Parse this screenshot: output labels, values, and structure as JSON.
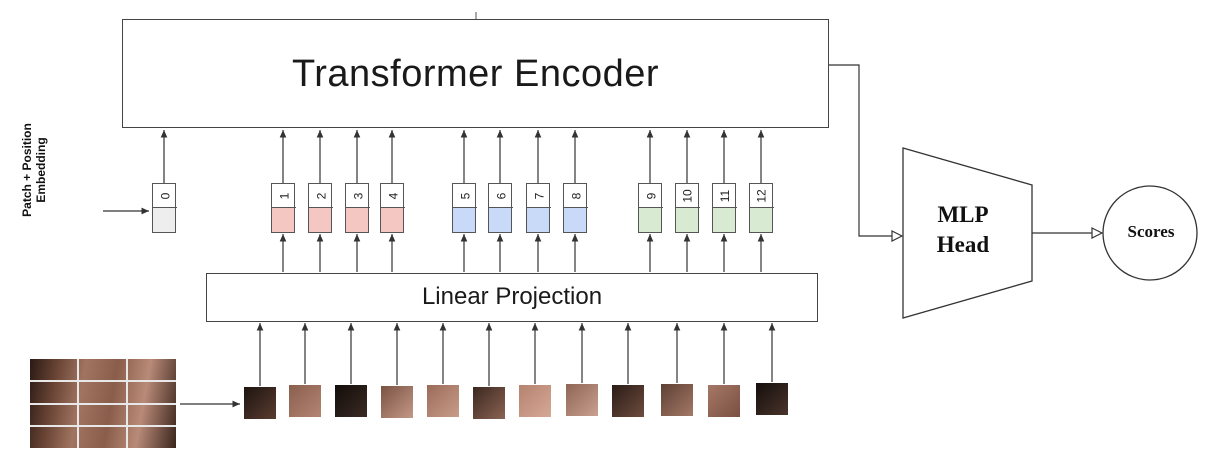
{
  "encoder": {
    "title": "Transformer Encoder"
  },
  "projection": {
    "title": "Linear Projection"
  },
  "embedding_label": {
    "line1": "Patch + Position",
    "line2": "Embedding"
  },
  "tokens": [
    {
      "label": "0",
      "group": "gray"
    },
    {
      "label": "1",
      "group": "red"
    },
    {
      "label": "2",
      "group": "red"
    },
    {
      "label": "3",
      "group": "red"
    },
    {
      "label": "4",
      "group": "red"
    },
    {
      "label": "5",
      "group": "blue"
    },
    {
      "label": "6",
      "group": "blue"
    },
    {
      "label": "7",
      "group": "blue"
    },
    {
      "label": "8",
      "group": "blue"
    },
    {
      "label": "9",
      "group": "green"
    },
    {
      "label": "10",
      "group": "green"
    },
    {
      "label": "11",
      "group": "green"
    },
    {
      "label": "12",
      "group": "green"
    }
  ],
  "patch_count": 12,
  "mlp_head": {
    "line1": "MLP",
    "line2": "Head"
  },
  "output": {
    "label": "Scores"
  },
  "colors": {
    "embedding_gray": "#eeeeee",
    "embedding_red": "#f4c7c3",
    "embedding_blue": "#c9daf8",
    "embedding_green": "#d9ead3",
    "line": "#333333"
  }
}
